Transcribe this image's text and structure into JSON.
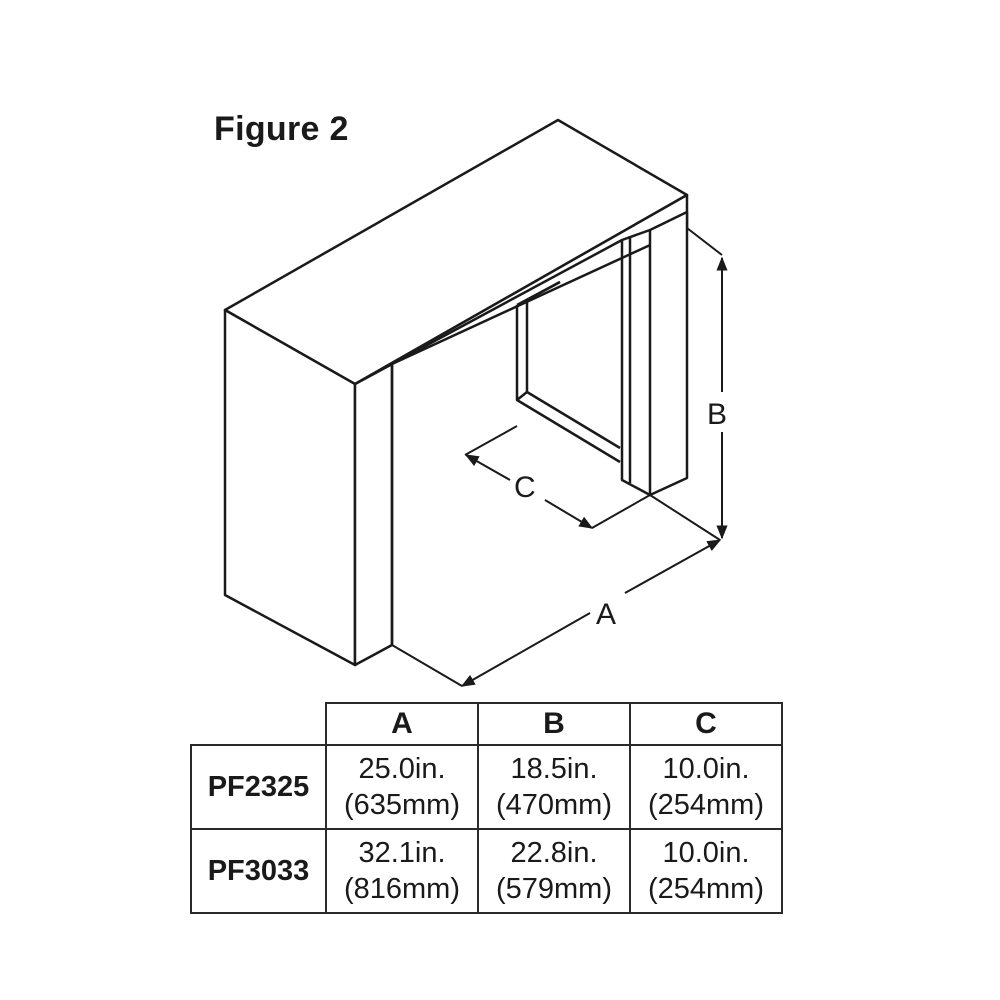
{
  "figure": {
    "title": "Figure 2",
    "dimension_labels": {
      "a": "A",
      "b": "B",
      "c": "C"
    }
  },
  "table": {
    "columns": [
      "A",
      "B",
      "C"
    ],
    "rows": [
      {
        "model": "PF2325",
        "cells": [
          {
            "imperial": "25.0in.",
            "metric": "(635mm)"
          },
          {
            "imperial": "18.5in.",
            "metric": "(470mm)"
          },
          {
            "imperial": "10.0in.",
            "metric": "(254mm)"
          }
        ]
      },
      {
        "model": "PF3033",
        "cells": [
          {
            "imperial": "32.1in.",
            "metric": "(816mm)"
          },
          {
            "imperial": "22.8in.",
            "metric": "(579mm)"
          },
          {
            "imperial": "10.0in.",
            "metric": "(254mm)"
          }
        ]
      }
    ]
  }
}
